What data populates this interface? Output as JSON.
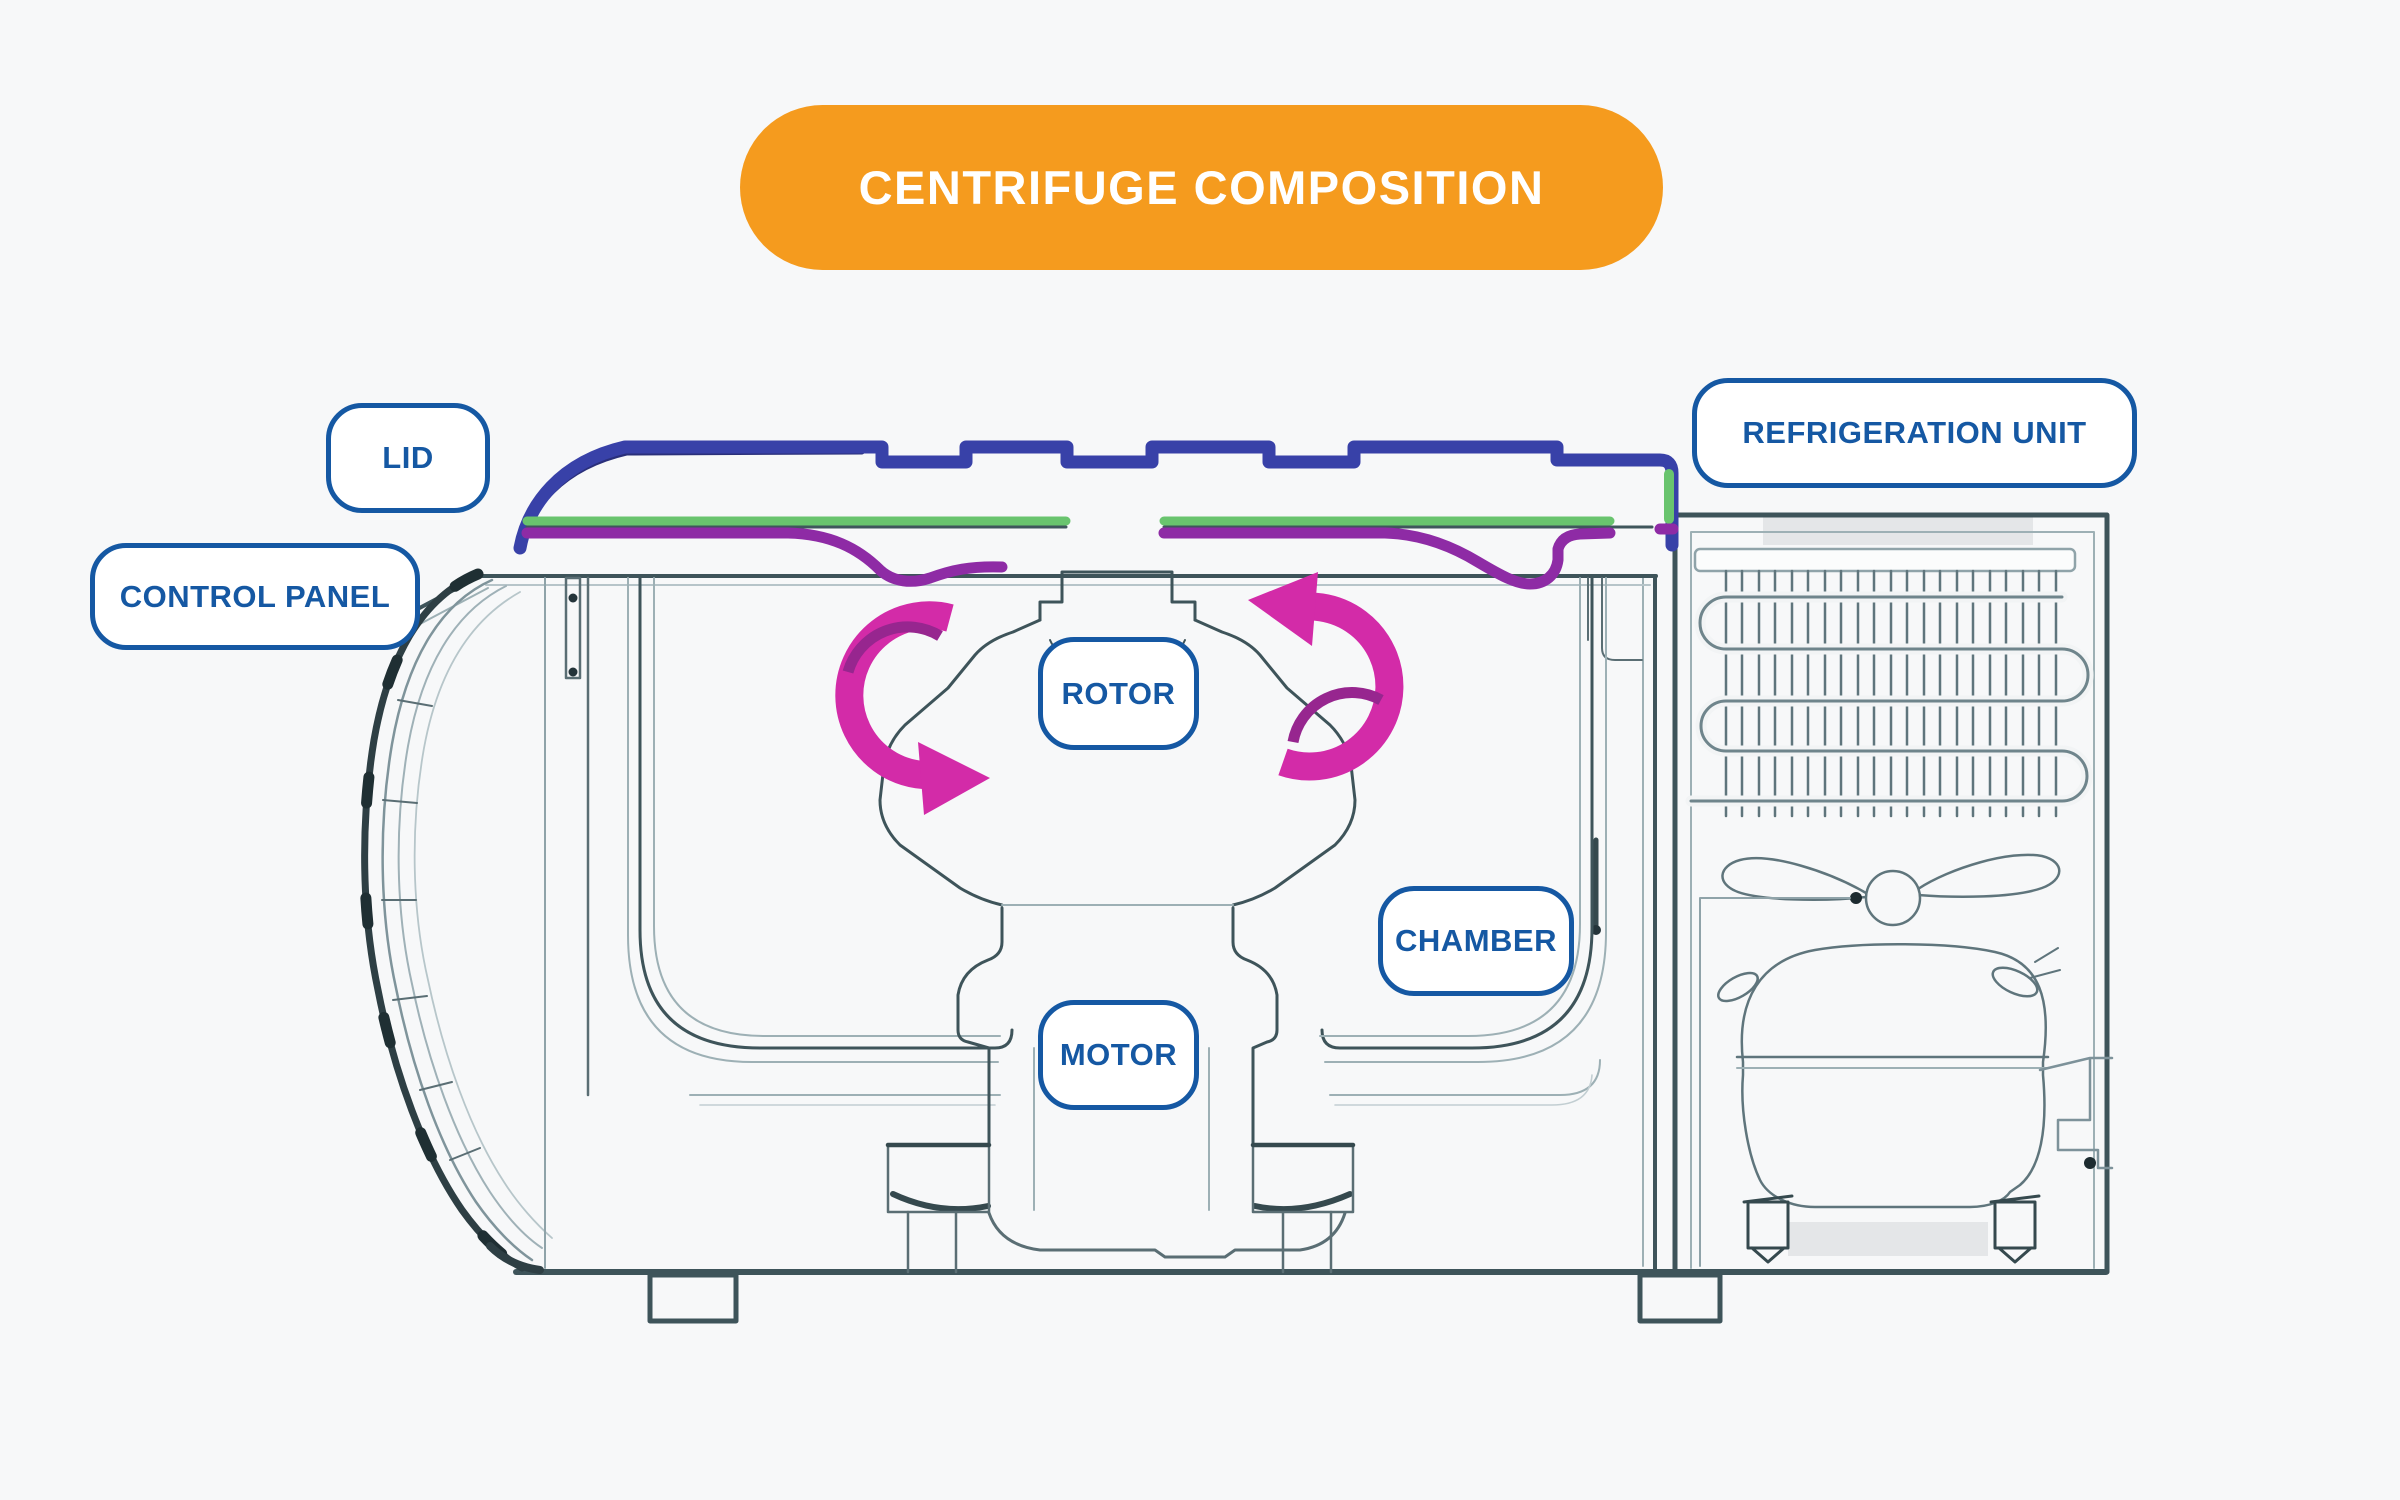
{
  "banner": {
    "title": "CENTRIFUGE COMPOSITION",
    "background_color": "#F59B1E",
    "text_color": "#FFFFFF"
  },
  "labels": {
    "lid": "LID",
    "control_panel": "CONTROL PANEL",
    "rotor": "ROTOR",
    "chamber": "CHAMBER",
    "motor": "MOTOR",
    "refrigeration_unit": "REFRIGERATION UNIT"
  },
  "label_style": {
    "border_color": "#1558A3",
    "text_color": "#1558A3",
    "background": "#FFFFFF"
  },
  "diagram": {
    "subject": "cross-section line drawing of a benchtop refrigerated centrifuge",
    "highlight_colors": {
      "lid_outline": "#3841A8",
      "seal_line": "#69C46E",
      "gasket": "#8E2BA5",
      "rotation_arrows": "#D32BA8",
      "line_art": "#3E545A",
      "background": "#F7F8F9"
    },
    "depicted_parts": [
      "lid",
      "control panel",
      "rotor",
      "chamber",
      "motor",
      "refrigeration unit",
      "condenser coil",
      "cooling fan",
      "compressor"
    ]
  }
}
